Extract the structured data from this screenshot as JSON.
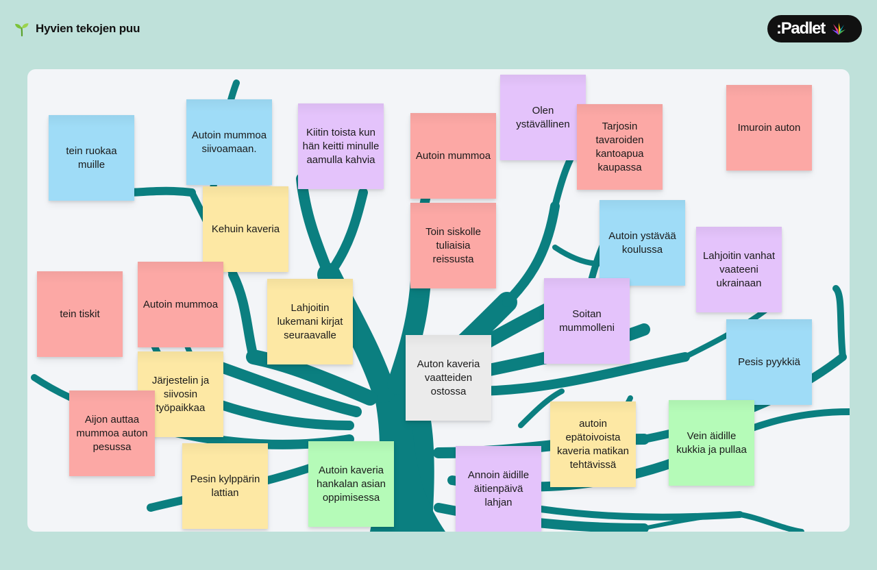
{
  "header": {
    "title": "Hyvien tekojen puu",
    "logo_text": ":Padlet"
  },
  "colors": {
    "background": "#bfe1da",
    "canvas": "#f3f5f8",
    "tree": "#0b7f80",
    "blue": "#9fdcf7",
    "pink": "#fca8a5",
    "purple": "#e4c3fb",
    "yellow": "#fde8a4",
    "green": "#b5fbb8",
    "gray": "#ebebeb"
  },
  "notes": [
    {
      "text": "tein ruokaa muille",
      "color": "blue"
    },
    {
      "text": "Autoin mummoa siivoamaan.",
      "color": "blue"
    },
    {
      "text": "Kiitin toista kun hän keitti minulle aamulla kahvia",
      "color": "purple"
    },
    {
      "text": "Autoin mummoa",
      "color": "pink"
    },
    {
      "text": "Olen ystävällinen",
      "color": "purple"
    },
    {
      "text": "Tarjosin tavaroiden kantoapua kaupassa",
      "color": "pink"
    },
    {
      "text": "Imuroin auton",
      "color": "pink"
    },
    {
      "text": "Kehuin kaveria",
      "color": "yellow"
    },
    {
      "text": "Toin siskolle tuliaisia reissusta",
      "color": "pink"
    },
    {
      "text": "Autoin ystävää koulussa",
      "color": "blue"
    },
    {
      "text": "Lahjoitin vanhat vaateeni ukrainaan",
      "color": "purple"
    },
    {
      "text": "tein tiskit",
      "color": "pink"
    },
    {
      "text": "Autoin mummoa",
      "color": "pink"
    },
    {
      "text": "Lahjoitin lukemani kirjat seuraavalle",
      "color": "yellow"
    },
    {
      "text": "Soitan mummolleni",
      "color": "purple"
    },
    {
      "text": "Pesis pyykkiä",
      "color": "blue"
    },
    {
      "text": "Auton kaveria vaatteiden ostossa",
      "color": "gray"
    },
    {
      "text": "Järjestelin ja siivosin työpaikkaa",
      "color": "yellow"
    },
    {
      "text": "Aijon auttaa mummoa auton pesussa",
      "color": "pink"
    },
    {
      "text": "autoin epätoivoista kaveria matikan tehtävissä",
      "color": "yellow"
    },
    {
      "text": "Vein äidille kukkia ja pullaa",
      "color": "green"
    },
    {
      "text": "Pesin kylppärin lattian",
      "color": "yellow"
    },
    {
      "text": "Autoin kaveria hankalan asian oppimisessa",
      "color": "green"
    },
    {
      "text": "Annoin äidille äitienpäivä lahjan",
      "color": "purple"
    }
  ]
}
